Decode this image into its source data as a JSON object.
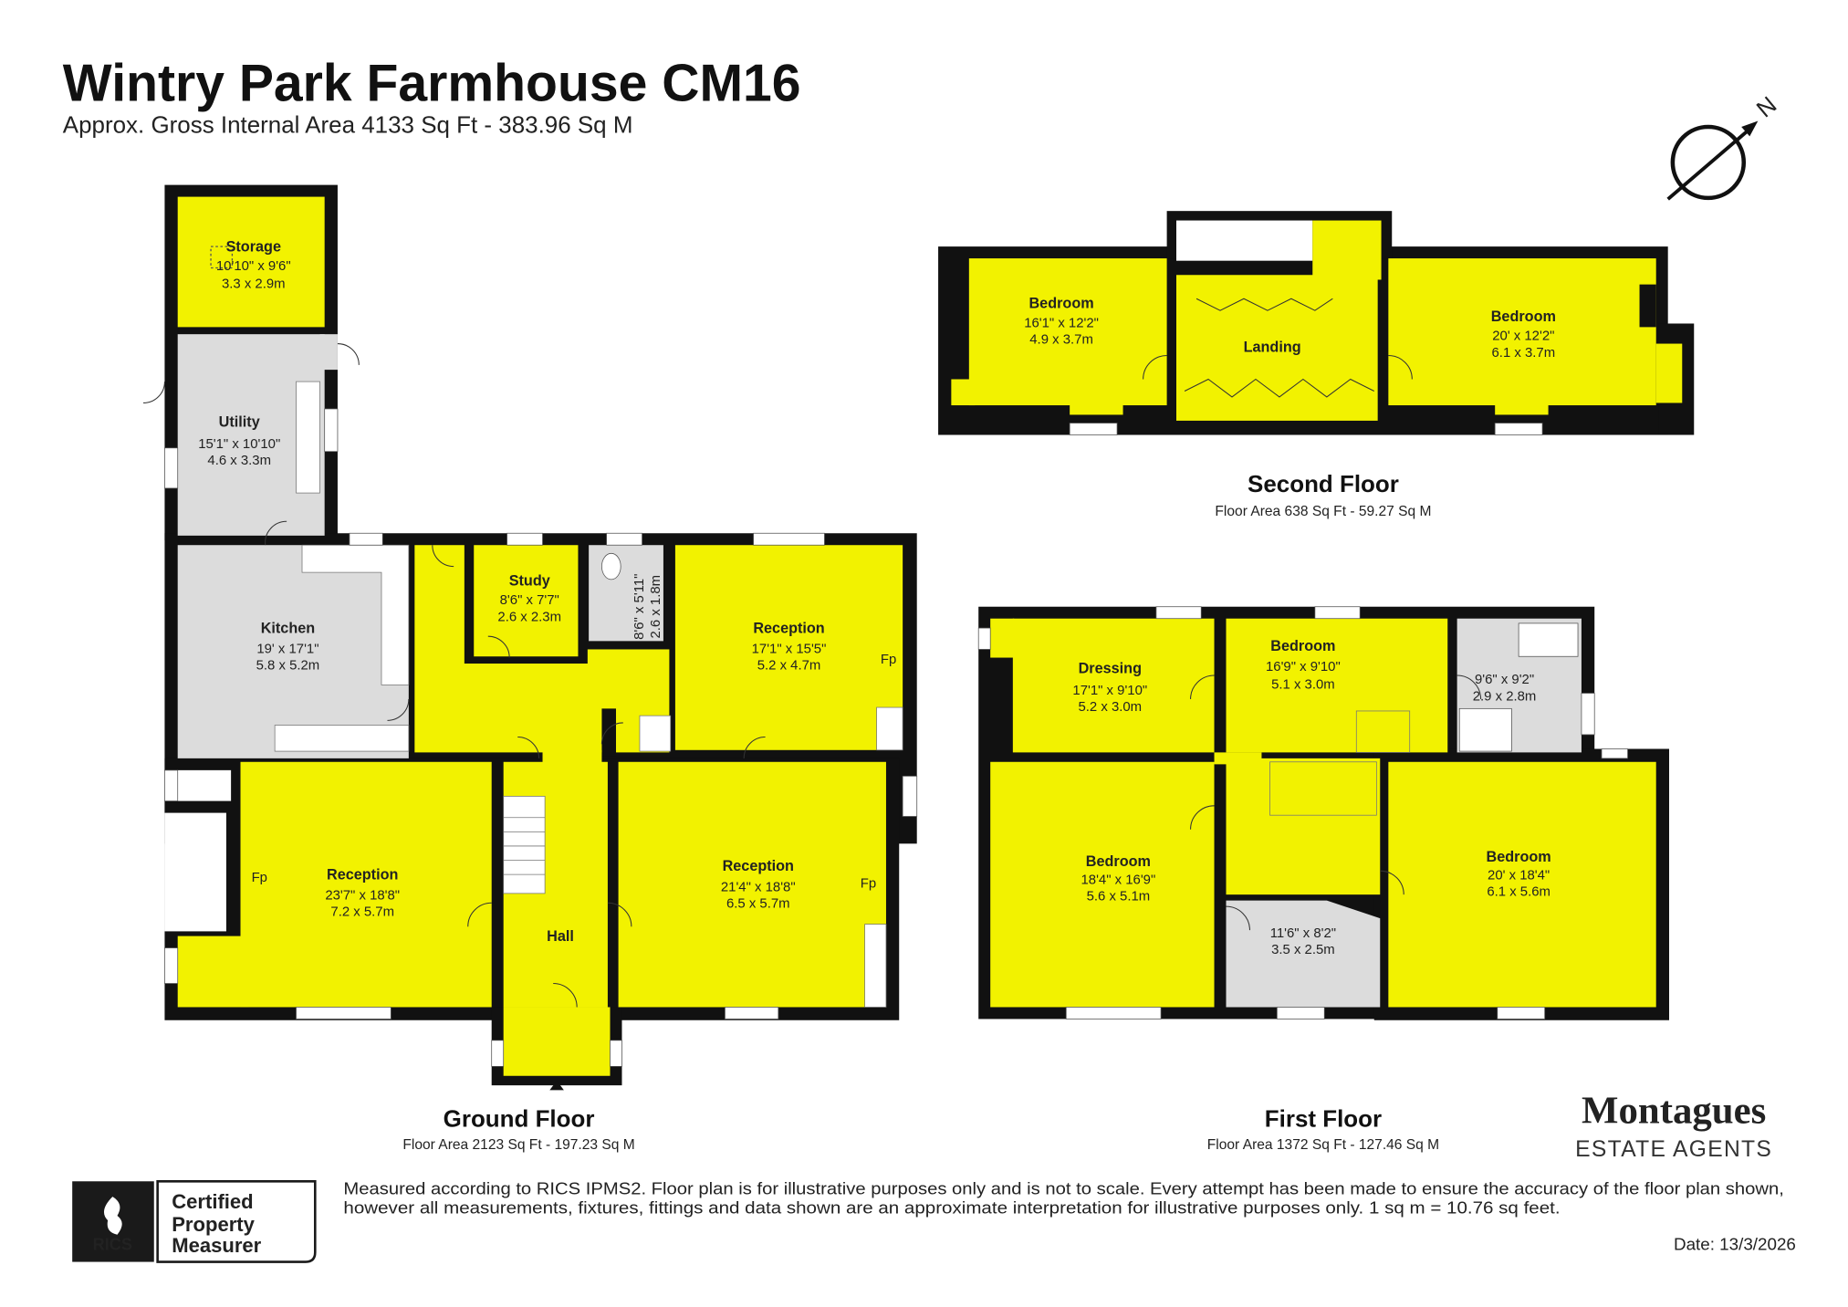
{
  "header": {
    "title": "Wintry Park Farmhouse CM16",
    "subtitle": "Approx. Gross Internal Area 4133 Sq Ft - 383.96 Sq M",
    "compass_label": "N",
    "compass_icon": "north-arrow-icon"
  },
  "ground_floor": {
    "title": "Ground Floor",
    "area": "Floor Area 2123 Sq Ft - 197.23 Sq M",
    "rooms": [
      {
        "name": "Storage",
        "imperial": "10'10\" x 9'6\"",
        "metric": "3.3 x 2.9m"
      },
      {
        "name": "Utility",
        "imperial": "15'1\" x 10'10\"",
        "metric": "4.6 x 3.3m"
      },
      {
        "name": "Kitchen",
        "imperial": "19' x 17'1\"",
        "metric": "5.8 x 5.2m"
      },
      {
        "name": "Study",
        "imperial": "8'6\" x 7'7\"",
        "metric": "2.6 x 2.3m"
      },
      {
        "name": "",
        "imperial": "8'6\" x 5'11\"",
        "metric": "2.6 x 1.8m"
      },
      {
        "name": "Reception",
        "imperial": "17'1\" x 15'5\"",
        "metric": "5.2 x 4.7m"
      },
      {
        "name": "Reception",
        "imperial": "23'7\" x 18'8\"",
        "metric": "7.2 x 5.7m"
      },
      {
        "name": "Hall",
        "imperial": "",
        "metric": ""
      },
      {
        "name": "Reception",
        "imperial": "21'4\" x 18'8\"",
        "metric": "6.5 x 5.7m"
      }
    ],
    "fireplace_label": "Fp"
  },
  "first_floor": {
    "title": "First Floor",
    "area": "Floor Area 1372 Sq Ft - 127.46 Sq M",
    "rooms": [
      {
        "name": "Dressing",
        "imperial": "17'1\" x 9'10\"",
        "metric": "5.2 x 3.0m"
      },
      {
        "name": "Bedroom",
        "imperial": "16'9\" x 9'10\"",
        "metric": "5.1 x 3.0m"
      },
      {
        "name": "",
        "imperial": "9'6\" x 9'2\"",
        "metric": "2.9 x 2.8m"
      },
      {
        "name": "Bedroom",
        "imperial": "18'4\" x 16'9\"",
        "metric": "5.6 x 5.1m"
      },
      {
        "name": "",
        "imperial": "11'6\" x 8'2\"",
        "metric": "3.5 x 2.5m"
      },
      {
        "name": "Bedroom",
        "imperial": "20' x 18'4\"",
        "metric": "6.1 x 5.6m"
      }
    ]
  },
  "second_floor": {
    "title": "Second Floor",
    "area": "Floor Area 638 Sq Ft - 59.27 Sq M",
    "rooms": [
      {
        "name": "Bedroom",
        "imperial": "16'1\" x 12'2\"",
        "metric": "4.9 x 3.7m"
      },
      {
        "name": "Landing",
        "imperial": "",
        "metric": ""
      },
      {
        "name": "Bedroom",
        "imperial": "20' x 12'2\"",
        "metric": "6.1 x 3.7m"
      }
    ]
  },
  "agent": {
    "name": "Montagues",
    "tagline": "ESTATE AGENTS"
  },
  "rics_badge": {
    "brand": "RICS",
    "line1": "Certified",
    "line2": "Property",
    "line3": "Measurer"
  },
  "footer": {
    "disclaimer_line1": "Measured according to RICS IPMS2. Floor plan is for illustrative purposes only and is not to scale. Every attempt has been made to ensure the accuracy of the floor plan shown,",
    "disclaimer_line2": "however all measurements, fixtures, fittings and data shown are an approximate interpretation for illustrative purposes only. 1 sq m = 10.76 sq feet.",
    "date": "Date: 13/3/2026"
  },
  "colors": {
    "room_fill": "#f2f200",
    "service_fill": "#dcdcdc",
    "wall": "#111111"
  }
}
